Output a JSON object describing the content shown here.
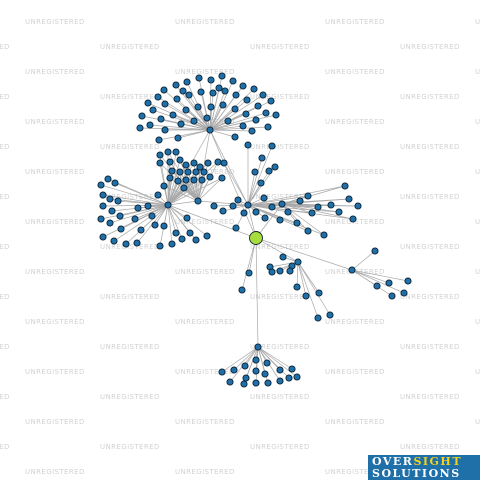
{
  "watermark": {
    "text": "UNREGISTERED"
  },
  "logo": {
    "word1": "OVER",
    "word2": "SIGHT",
    "line2": "SOLUTIONS"
  },
  "colors": {
    "node_fill": "#1f6fa8",
    "node_stroke": "#0b2233",
    "focus_node_fill": "#a6dc3c",
    "edge": "#a8a8a8",
    "watermark": "#d2d2d2",
    "logo_bg": "#1f6fa8",
    "logo_accent": "#f2d21b"
  },
  "graph": {
    "focus_node_count": 1,
    "node_count": 200,
    "hubs": 9
  }
}
